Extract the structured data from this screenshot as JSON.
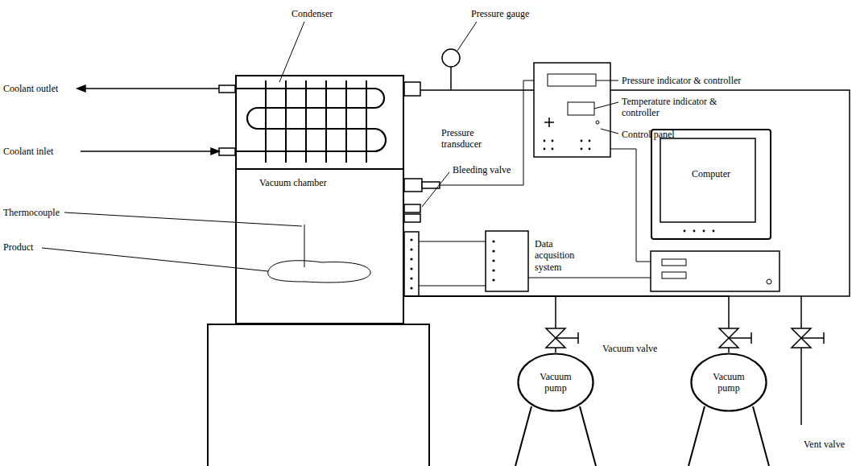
{
  "diagram": {
    "nodes": [
      {
        "text": [
          "Vacuum chamber"
        ]
      },
      {
        "text": [
          "Computer"
        ]
      },
      {
        "text": [
          "Vacuum pump"
        ]
      },
      {
        "text": [
          "Vacuum pump"
        ]
      }
    ],
    "edges": [
      {
        "from": 0,
        "to": 2,
        "arrow": "none"
      },
      {
        "from": 0,
        "to": 3,
        "arrow": "none"
      }
    ],
    "labels": [
      "Condenser",
      "Pressure gauge",
      "Coolant outlet",
      "Coolant inlet",
      "Thermocouple",
      "Product",
      "Pressure indicator & controller",
      "Temperature indicator & controller",
      "Control panel",
      "Pressure transducer",
      "Bleeding valve",
      "Data acqusition system",
      "Vacuum valve",
      "Vent valve"
    ]
  }
}
